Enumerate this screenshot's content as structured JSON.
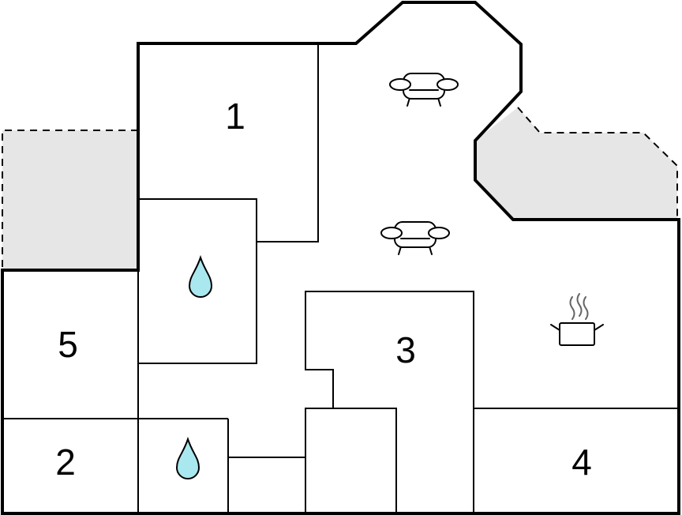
{
  "floorplan": {
    "rooms": [
      {
        "id": "room-1",
        "label": "1"
      },
      {
        "id": "room-2",
        "label": "2"
      },
      {
        "id": "room-3",
        "label": "3"
      },
      {
        "id": "room-4",
        "label": "4"
      },
      {
        "id": "room-5",
        "label": "5"
      }
    ],
    "icons": [
      "sofa-icon",
      "sofa-icon",
      "cooking-pot-icon",
      "water-drop-icon",
      "water-drop-icon"
    ],
    "colors": {
      "wall": "#000000",
      "terrace": "#e6e6e6",
      "water_drop": "#aae8f0",
      "steam": "#666666"
    }
  }
}
